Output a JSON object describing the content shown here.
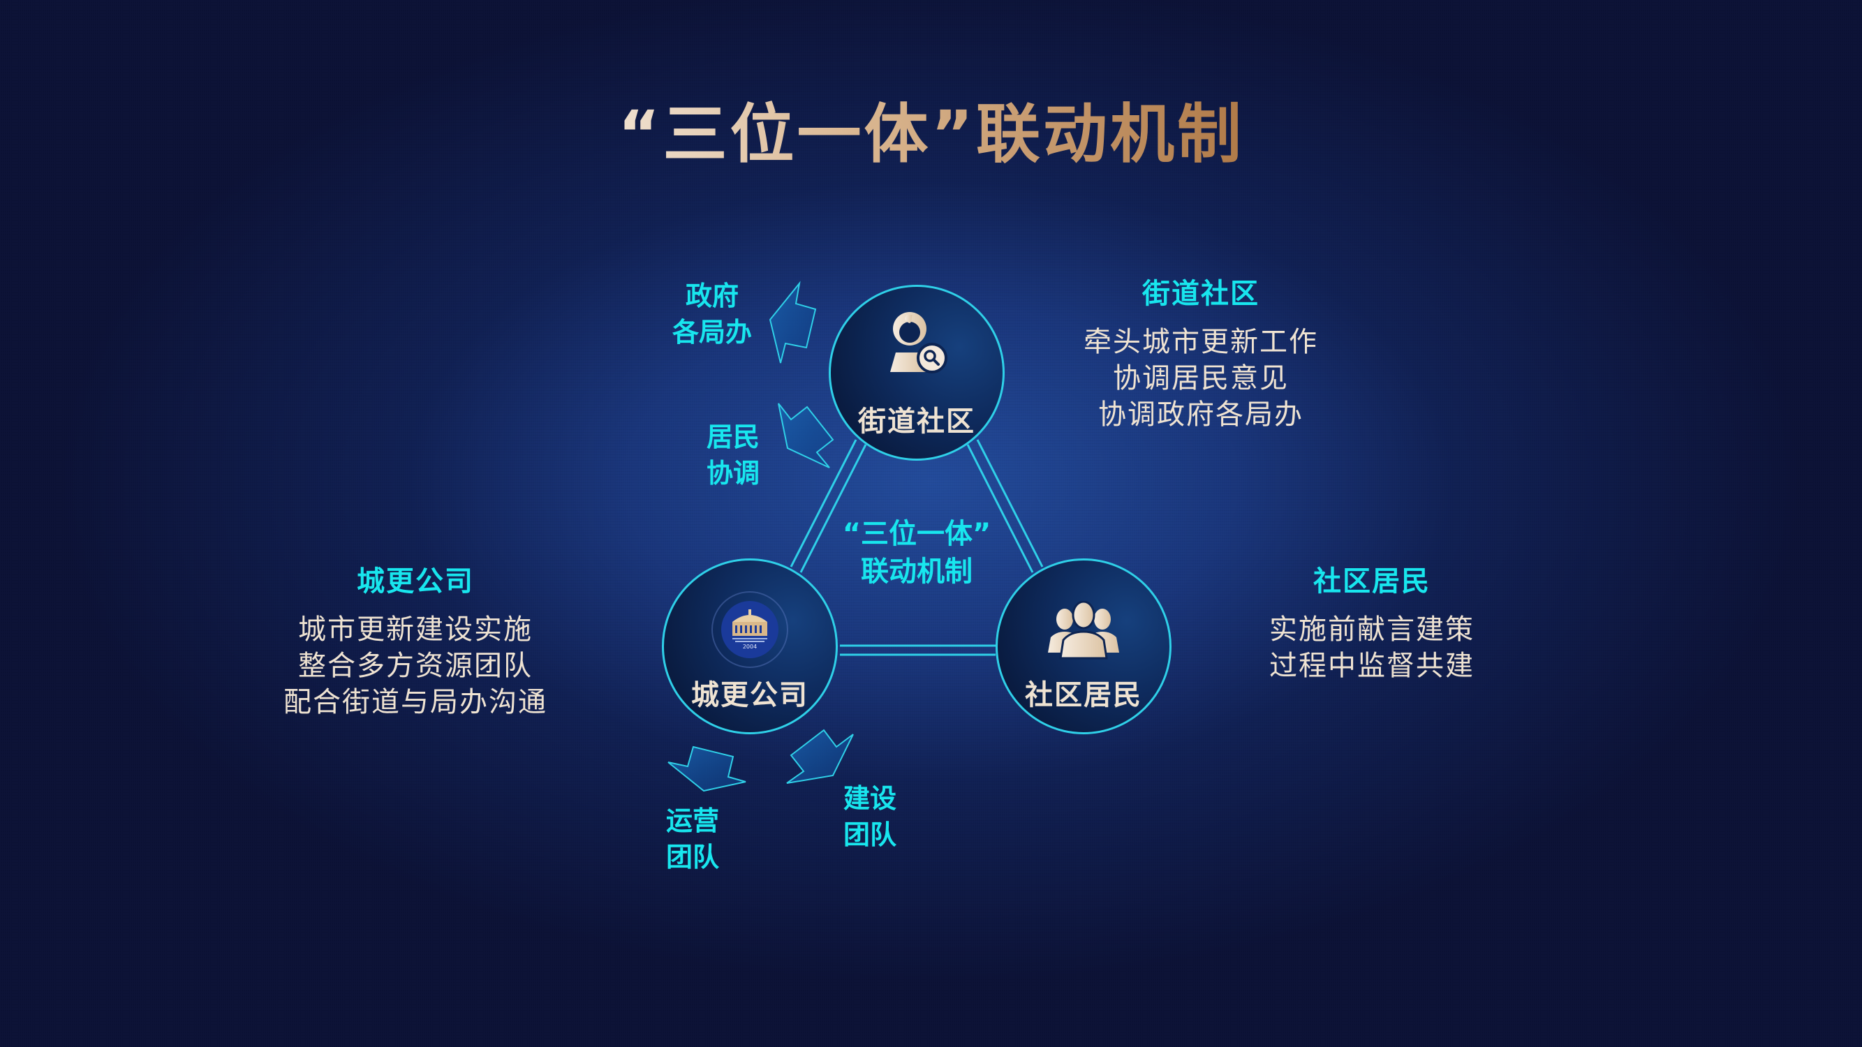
{
  "title": "“三位一体”联动机制",
  "center": {
    "line1": "“三位一体”",
    "line2": "联动机制"
  },
  "nodes": [
    {
      "id": "street",
      "label": "街道社区",
      "icon": "user-search-icon"
    },
    {
      "id": "company",
      "label": "城更公司",
      "icon": "company-logo",
      "logo_year": "2004"
    },
    {
      "id": "residents",
      "label": "社区居民",
      "icon": "group-people-icon"
    }
  ],
  "arrows": [
    {
      "id": "gov",
      "lines": [
        "政府",
        "各局办"
      ]
    },
    {
      "id": "resident-coord",
      "lines": [
        "居民",
        "协调"
      ]
    },
    {
      "id": "ops",
      "lines": [
        "运营",
        "团队"
      ]
    },
    {
      "id": "build",
      "lines": [
        "建设",
        "团队"
      ]
    }
  ],
  "blocks": {
    "street": {
      "head": "街道社区",
      "lines": [
        "牵头城市更新工作",
        "协调居民意见",
        "协调政府各局办"
      ]
    },
    "company": {
      "head": "城更公司",
      "lines": [
        "城市更新建设实施",
        "整合多方资源团队",
        "配合街道与局办沟通"
      ]
    },
    "residents": {
      "head": "社区居民",
      "lines": [
        "实施前献言建策",
        "过程中监督共建"
      ]
    }
  },
  "colors": {
    "accent_cyan": "#18e6ee",
    "line_cyan": "#2fd0e8",
    "text_cream": "#efe3d2",
    "title_gold_start": "#efe0cf",
    "title_gold_end": "#b07a48",
    "bg_dark": "#0c1236",
    "bg_center": "#1f3f8a"
  }
}
